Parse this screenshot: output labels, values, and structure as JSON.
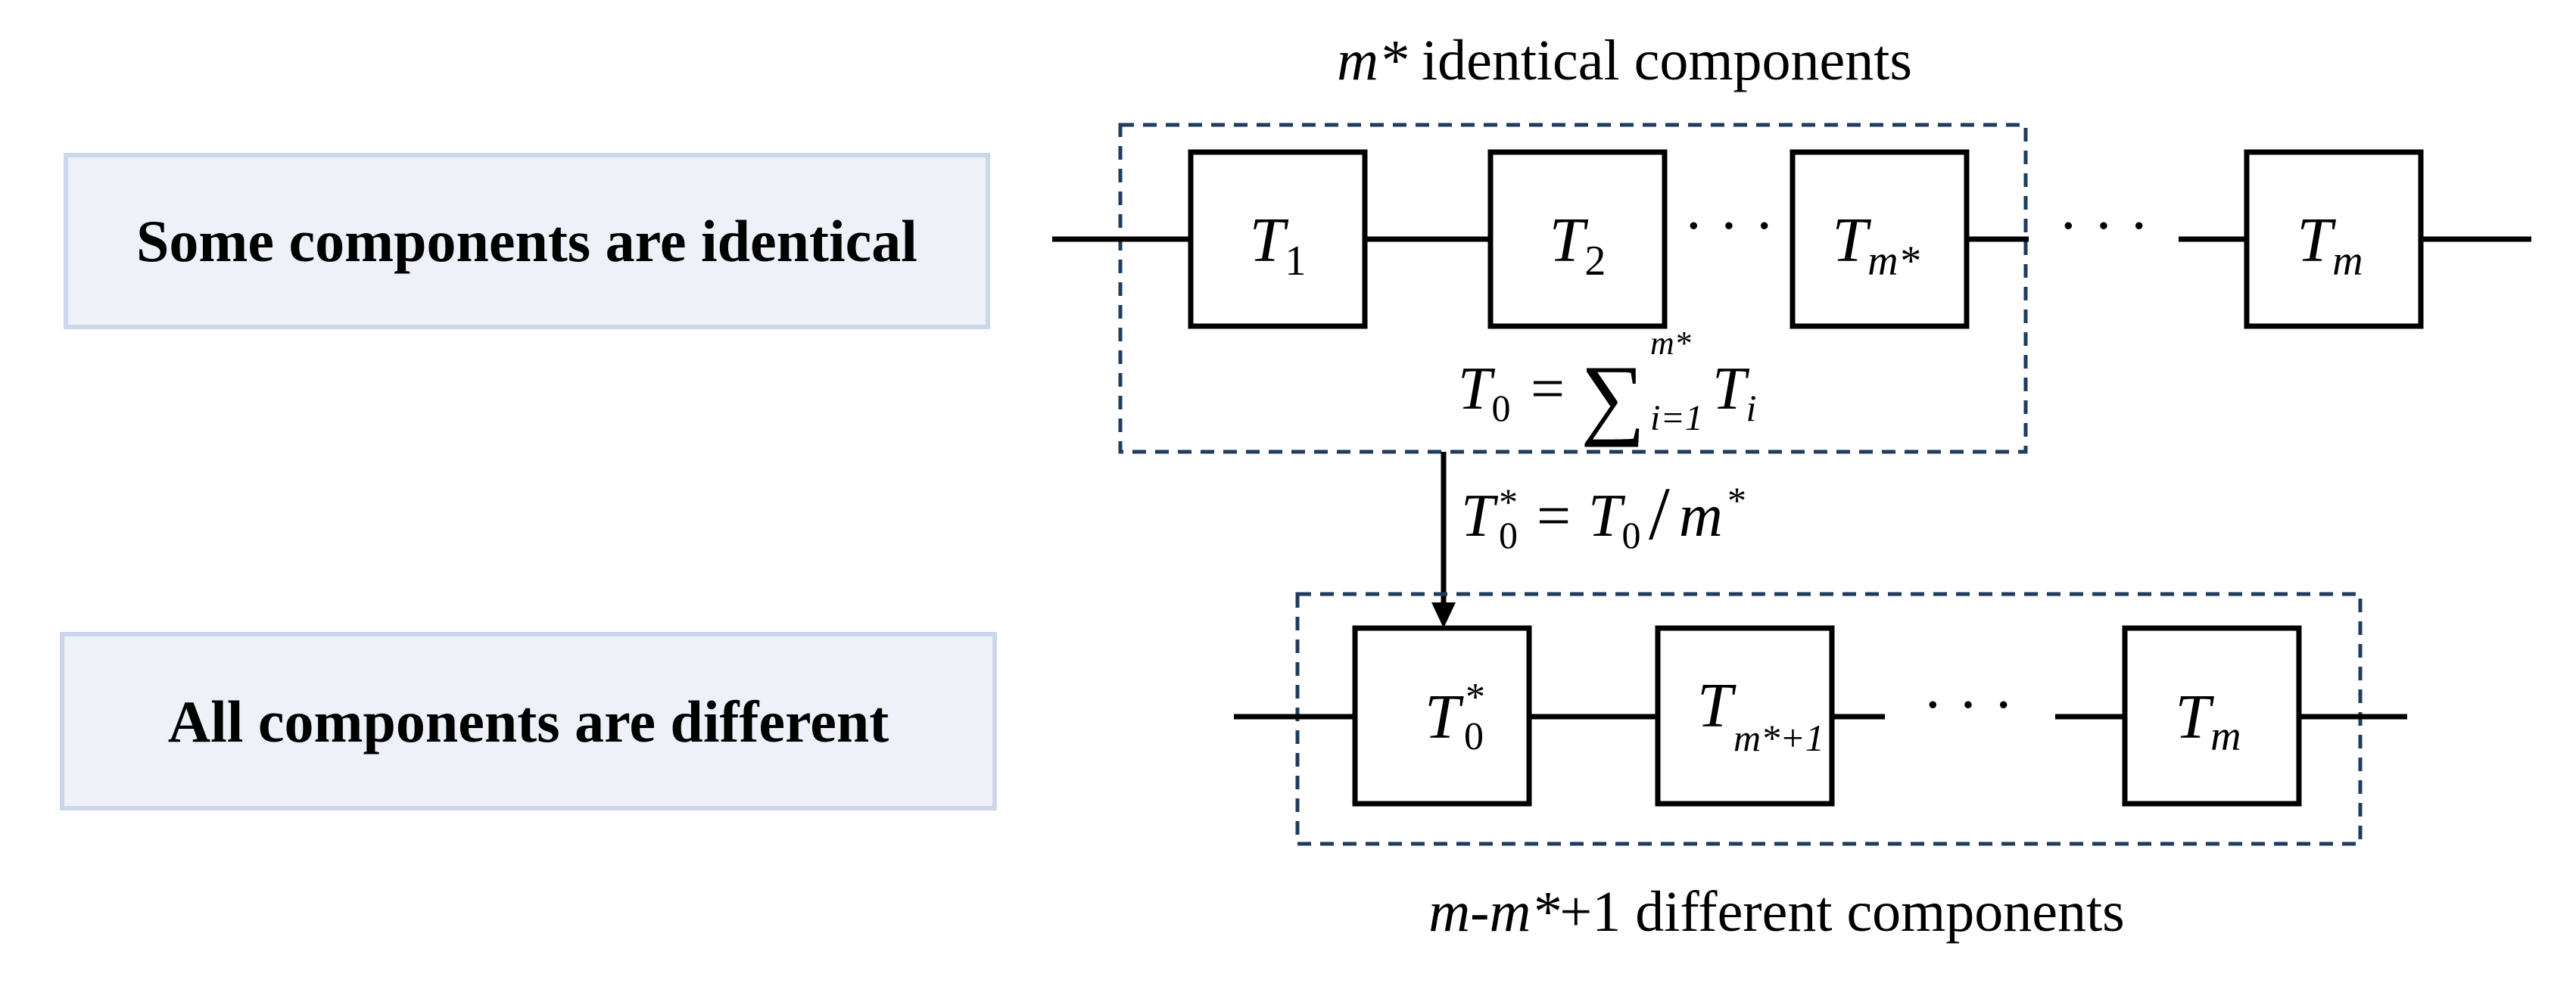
{
  "left_labels": {
    "top": "Some components are identical",
    "bottom": "All components are different"
  },
  "top_group": {
    "caption_var": "m*",
    "caption_rest": " identical components",
    "boxes": [
      {
        "base": "T",
        "sub": "1"
      },
      {
        "base": "T",
        "sub": "2"
      },
      {
        "base": "T",
        "sub": "m*"
      },
      {
        "base": "T",
        "sub": "m"
      }
    ],
    "sum_formula": {
      "lhs_base": "T",
      "lhs_sub": "0",
      "eq": "=",
      "sum_symbol": "∑",
      "upper": "m*",
      "lower": "i=1",
      "term_base": "T",
      "term_sub": "i"
    }
  },
  "transition_formula": {
    "lhs_base": "T",
    "lhs_sup": "*",
    "lhs_sub": "0",
    "eq": "=",
    "rhs_base": "T",
    "rhs_sub": "0",
    "slash": "/",
    "rhs_den": "m",
    "rhs_den_sup": "*"
  },
  "bottom_group": {
    "caption_var1": "m",
    "caption_dash": "-",
    "caption_var2": "m*",
    "caption_rest": "+1 different components",
    "boxes": [
      {
        "base": "T",
        "sup": "*",
        "sub": "0"
      },
      {
        "base": "T",
        "sub": "m*+1"
      },
      {
        "base": "T",
        "sub": "m"
      }
    ]
  },
  "ellipsis": "· · ·",
  "colors": {
    "panel_fill": "#eef2f8",
    "panel_border": "#ccd8ea",
    "dashed_border": "#1f3b5e"
  }
}
